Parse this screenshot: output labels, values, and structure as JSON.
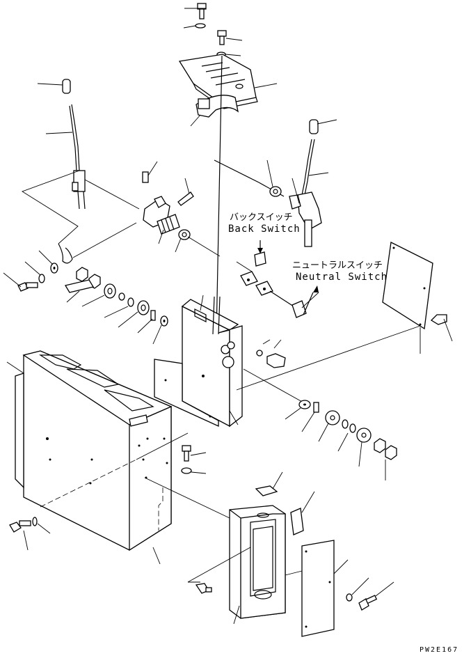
{
  "labels": {
    "back_switch_jp": "バックスイッチ",
    "back_switch_en": "Back Switch",
    "neutral_switch_jp": "ニュートラルスイッチ",
    "neutral_switch_en": "Neutral Switch",
    "drawing_code": "PW2E167"
  }
}
